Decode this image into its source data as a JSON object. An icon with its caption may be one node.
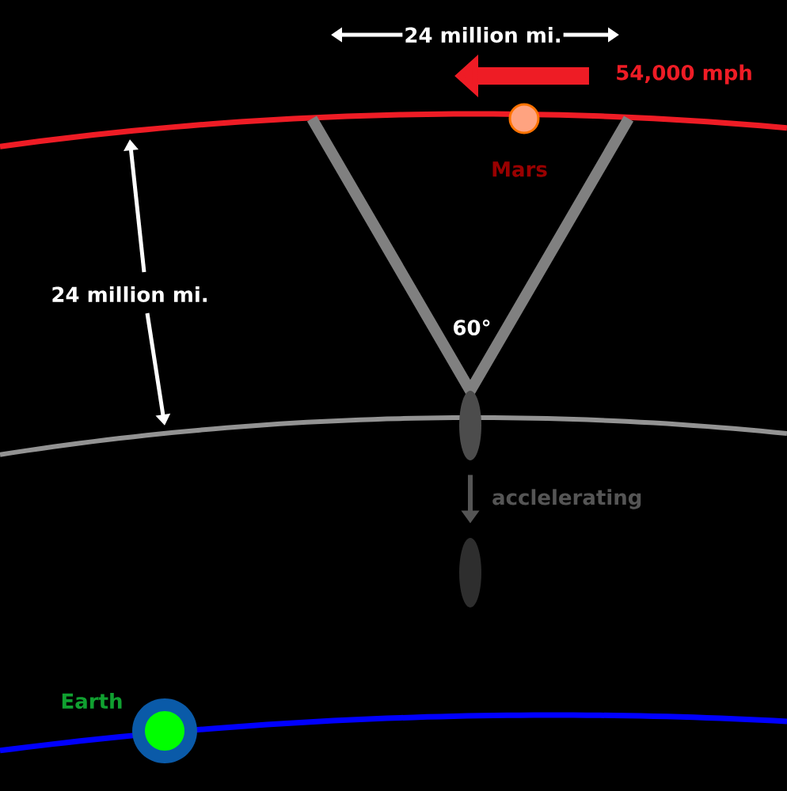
{
  "diagram": {
    "nodes": [
      {
        "text": [
          "Mars"
        ]
      },
      {
        "text": [],
        "shape": "ellipse"
      },
      {
        "text": [],
        "shape": "ellipse"
      },
      {
        "text": [
          "Earth"
        ]
      }
    ],
    "edges": [
      {
        "from": 1,
        "to": 2,
        "arrow": "to",
        "label": "acclelerating"
      }
    ],
    "labels": [
      "24 million mi.",
      "54,000 mph",
      "24 million mi.",
      "60°"
    ]
  }
}
